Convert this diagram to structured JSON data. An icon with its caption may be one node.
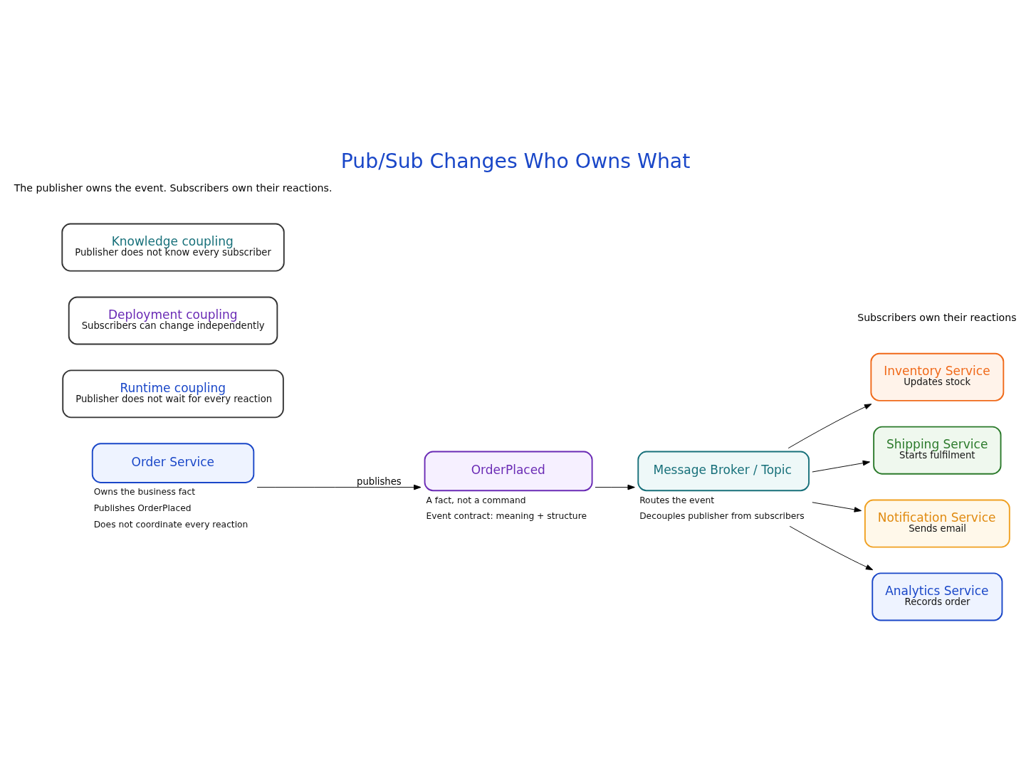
{
  "diagram": {
    "title": "Pub/Sub Changes Who Owns What",
    "nodes": [
      {
        "text": [
          "Order Service"
        ],
        "beside": [
          "Owns the business fact",
          "Publishes OrderPlaced",
          "Does not coordinate every reaction"
        ]
      },
      {
        "text": [
          "OrderPlaced"
        ],
        "beside": [
          "A fact, not a command",
          "Event contract: meaning + structure"
        ]
      },
      {
        "text": [
          "Message Broker / Topic"
        ],
        "beside": [
          "Routes the event",
          "Decouples publisher from subscribers"
        ]
      },
      {
        "text": [
          "Inventory Service",
          "Updates stock"
        ]
      },
      {
        "text": [
          "Shipping Service",
          "Starts fulfilment"
        ]
      },
      {
        "text": [
          "Notification Service",
          "Sends email"
        ]
      },
      {
        "text": [
          "Analytics Service",
          "Records order"
        ]
      },
      {
        "text": [
          "Runtime coupling",
          "Publisher does not wait for every reaction"
        ]
      },
      {
        "text": [
          "Deployment coupling",
          "Subscribers can change independently"
        ]
      },
      {
        "text": [
          "Knowledge coupling",
          "Publisher does not know every subscriber"
        ]
      }
    ],
    "edges": [
      {
        "from": 0,
        "to": 1,
        "arrow": "to",
        "label": "publishes"
      },
      {
        "from": 1,
        "to": 2,
        "arrow": "to"
      },
      {
        "from": 2,
        "to": 3,
        "arrow": "to"
      },
      {
        "from": 2,
        "to": 4,
        "arrow": "to"
      },
      {
        "from": 2,
        "to": 5,
        "arrow": "to"
      },
      {
        "from": 2,
        "to": 6,
        "arrow": "to"
      }
    ],
    "labels": [
      "The publisher owns the event. Subscribers own their reactions.",
      "Subscribers own their reactions"
    ]
  }
}
